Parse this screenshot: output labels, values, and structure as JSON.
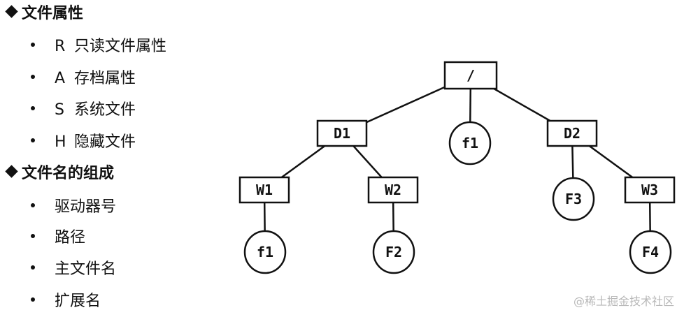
{
  "sections": [
    {
      "heading": "文件属性",
      "items": [
        {
          "code": "R",
          "text": "只读文件属性"
        },
        {
          "code": "A",
          "text": "存档属性"
        },
        {
          "code": "S",
          "text": "系统文件"
        },
        {
          "code": "H",
          "text": "隐藏文件"
        }
      ]
    },
    {
      "heading": "文件名的组成",
      "items": [
        {
          "text": "驱动器号"
        },
        {
          "text": "路径"
        },
        {
          "text": "主文件名"
        },
        {
          "text": "扩展名"
        }
      ]
    }
  ],
  "tree": {
    "nodes": [
      {
        "id": "root",
        "label": "/",
        "kind": "directory"
      },
      {
        "id": "D1",
        "label": "D1",
        "kind": "directory"
      },
      {
        "id": "f1_root",
        "label": "f1",
        "kind": "file"
      },
      {
        "id": "D2",
        "label": "D2",
        "kind": "directory"
      },
      {
        "id": "W1",
        "label": "W1",
        "kind": "directory"
      },
      {
        "id": "W2",
        "label": "W2",
        "kind": "directory"
      },
      {
        "id": "F3",
        "label": "F3",
        "kind": "file"
      },
      {
        "id": "W3",
        "label": "W3",
        "kind": "directory"
      },
      {
        "id": "f1_w1",
        "label": "f1",
        "kind": "file"
      },
      {
        "id": "F2",
        "label": "F2",
        "kind": "file"
      },
      {
        "id": "F4",
        "label": "F4",
        "kind": "file"
      }
    ],
    "edges": [
      [
        "root",
        "D1"
      ],
      [
        "root",
        "f1_root"
      ],
      [
        "root",
        "D2"
      ],
      [
        "D1",
        "W1"
      ],
      [
        "D1",
        "W2"
      ],
      [
        "D2",
        "F3"
      ],
      [
        "D2",
        "W3"
      ],
      [
        "W1",
        "f1_w1"
      ],
      [
        "W2",
        "F2"
      ],
      [
        "W3",
        "F4"
      ]
    ]
  },
  "watermark": "@稀土掘金技术社区"
}
